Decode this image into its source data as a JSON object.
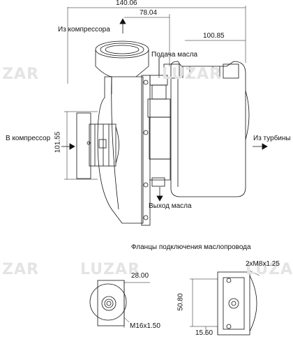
{
  "watermark": {
    "text": "LUZAR"
  },
  "labels": {
    "from_compressor": "Из компрессора",
    "oil_supply": "Подача масла",
    "to_compressor": "В компрессор",
    "from_turbine": "Из турбины",
    "oil_outlet": "Выход масла",
    "flanges_title": "Фланцы подключения маслопровода"
  },
  "dimensions": {
    "total_width": "140.06",
    "compressor_offset": "78.04",
    "turbine_width": "100.85",
    "height": "101.55",
    "flange_width": "28.00",
    "thread_small": "M16x1.50",
    "bolt_spec": "2xM8x1.25",
    "flange_height": "50.80",
    "flange_offset": "15.60"
  },
  "colors": {
    "line": "#111111",
    "watermark": "#e4e4e4"
  }
}
